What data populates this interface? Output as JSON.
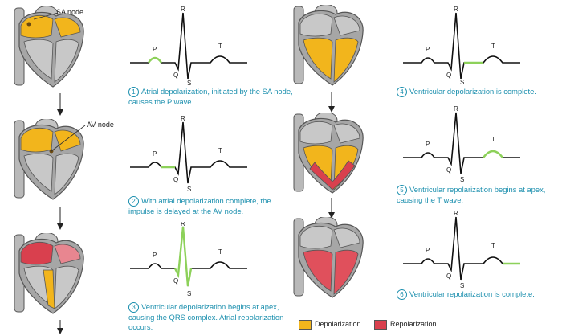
{
  "labels": {
    "sa_node": "SA node",
    "av_node": "AV node"
  },
  "wave_labels": {
    "p": "P",
    "q": "Q",
    "r": "R",
    "s": "S",
    "t": "T"
  },
  "steps": [
    {
      "num": "1",
      "text": "Atrial depolarization, initiated by the SA node, causes the P wave."
    },
    {
      "num": "2",
      "text": "With atrial depolarization complete, the impulse is delayed at the AV node."
    },
    {
      "num": "3",
      "text": "Ventricular depolarization begins at apex, causing the QRS complex. Atrial repolarization occurs."
    },
    {
      "num": "4",
      "text": "Ventricular depolarization is complete."
    },
    {
      "num": "5",
      "text": "Ventricular repolarization begins at apex, causing the T wave."
    },
    {
      "num": "6",
      "text": "Ventricular repolarization is complete."
    }
  ],
  "legend": [
    {
      "label": "Depolarization",
      "color": "#f2b51c"
    },
    {
      "label": "Repolarization",
      "color": "#d9404e"
    }
  ],
  "colors": {
    "caption": "#1b8fae",
    "highlight": "#8dd15a",
    "depolarization": "#f2b51c",
    "repolarization": "#d9404e"
  }
}
